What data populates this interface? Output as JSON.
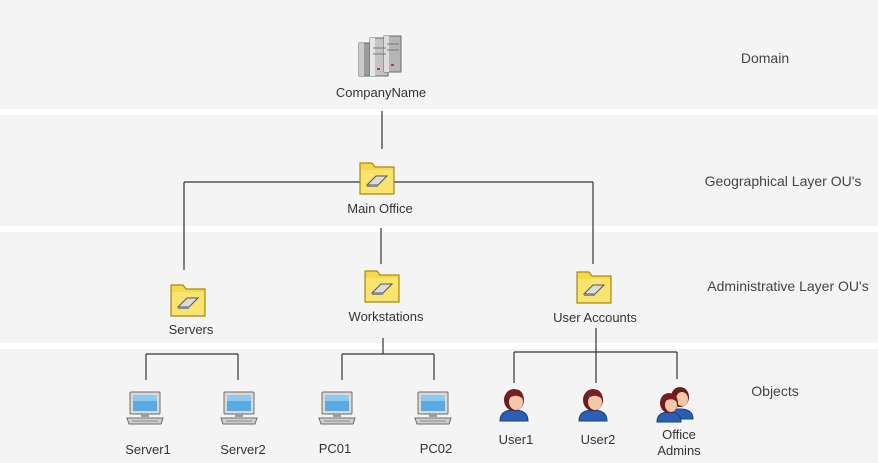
{
  "layers": {
    "domain": "Domain",
    "geographical": "Geographical Layer OU's",
    "administrative": "Administrative Layer OU's",
    "objects": "Objects"
  },
  "nodes": {
    "domain": "CompanyName",
    "main_office": "Main Office",
    "servers": "Servers",
    "workstations": "Workstations",
    "user_accounts": "User Accounts",
    "server1": "Server1",
    "server2": "Server2",
    "pc01": "PC01",
    "pc02": "PC02",
    "user1": "User1",
    "user2": "User2",
    "office_admins_line1": "Office",
    "office_admins_line2": "Admins"
  },
  "icons": {
    "domain": "server-stack-icon",
    "ou": "folder-ou-icon",
    "computer": "computer-icon",
    "user": "user-icon",
    "group": "user-group-icon"
  },
  "colors": {
    "band": "#f3f4f3",
    "line": "#333333",
    "folder": "#f5d94a"
  }
}
